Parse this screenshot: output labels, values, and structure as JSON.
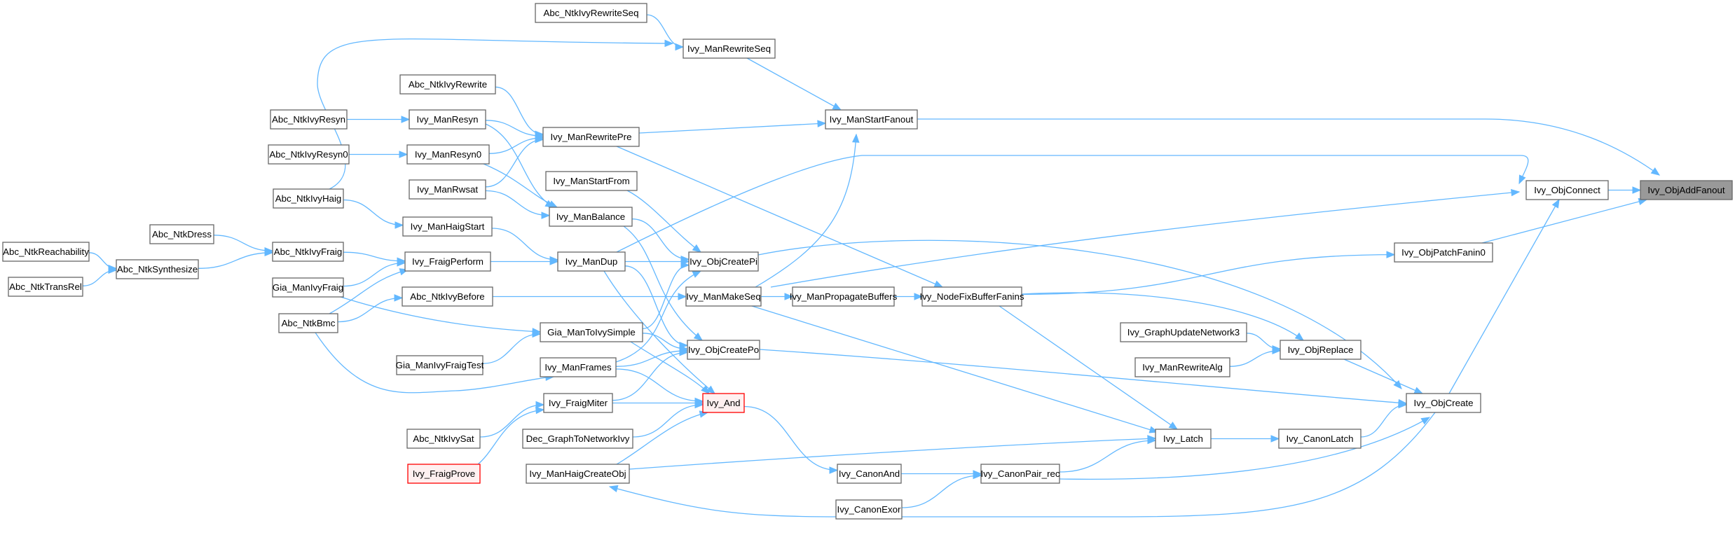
{
  "graph": {
    "type": "call-graph",
    "title": "Ivy_ObjAddFanout caller graph",
    "colors": {
      "edge": "#63b8ff",
      "root_fill": "#999999",
      "truncated_border": "#ff0000",
      "truncated_fill": "#fff0f0",
      "node_border": "#666666"
    },
    "nodes": [
      {
        "id": "Ivy_ObjAddFanout",
        "label": "Ivy_ObjAddFanout",
        "kind": "root"
      },
      {
        "id": "Ivy_ObjConnect",
        "label": "Ivy_ObjConnect",
        "kind": "normal"
      },
      {
        "id": "Ivy_ObjPatchFanin0",
        "label": "Ivy_ObjPatchFanin0",
        "kind": "normal"
      },
      {
        "id": "Ivy_ManStartFanout",
        "label": "Ivy_ManStartFanout",
        "kind": "normal"
      },
      {
        "id": "Ivy_ObjCreate",
        "label": "Ivy_ObjCreate",
        "kind": "normal"
      },
      {
        "id": "Ivy_ManRewriteSeq",
        "label": "Ivy_ManRewriteSeq",
        "kind": "normal"
      },
      {
        "id": "Abc_NtkIvyRewriteSeq",
        "label": "Abc_NtkIvyRewriteSeq",
        "kind": "normal"
      },
      {
        "id": "Ivy_ManRewritePre",
        "label": "Ivy_ManRewritePre",
        "kind": "normal"
      },
      {
        "id": "Abc_NtkIvyRewrite",
        "label": "Abc_NtkIvyRewrite",
        "kind": "normal"
      },
      {
        "id": "Ivy_ManResyn",
        "label": "Ivy_ManResyn",
        "kind": "normal"
      },
      {
        "id": "Abc_NtkIvyResyn",
        "label": "Abc_NtkIvyResyn",
        "kind": "normal"
      },
      {
        "id": "Ivy_ManResyn0",
        "label": "Ivy_ManResyn0",
        "kind": "normal"
      },
      {
        "id": "Abc_NtkIvyResyn0",
        "label": "Abc_NtkIvyResyn0",
        "kind": "normal"
      },
      {
        "id": "Ivy_ManRwsat",
        "label": "Ivy_ManRwsat",
        "kind": "normal"
      },
      {
        "id": "Abc_NtkIvyHaig",
        "label": "Abc_NtkIvyHaig",
        "kind": "normal"
      },
      {
        "id": "Ivy_ManHaigStart",
        "label": "Ivy_ManHaigStart",
        "kind": "normal"
      },
      {
        "id": "Abc_NtkDress",
        "label": "Abc_NtkDress",
        "kind": "normal"
      },
      {
        "id": "Abc_NtkIvyFraig",
        "label": "Abc_NtkIvyFraig",
        "kind": "normal"
      },
      {
        "id": "Abc_NtkReachability",
        "label": "Abc_NtkReachability",
        "kind": "normal"
      },
      {
        "id": "Abc_NtkSynthesize",
        "label": "Abc_NtkSynthesize",
        "kind": "normal"
      },
      {
        "id": "Abc_NtkTransRel",
        "label": "Abc_NtkTransRel",
        "kind": "normal"
      },
      {
        "id": "Ivy_FraigPerform",
        "label": "Ivy_FraigPerform",
        "kind": "normal"
      },
      {
        "id": "Gia_ManIvyFraig",
        "label": "Gia_ManIvyFraig",
        "kind": "normal"
      },
      {
        "id": "Abc_NtkBmc",
        "label": "Abc_NtkBmc",
        "kind": "normal"
      },
      {
        "id": "Abc_NtkIvyBefore",
        "label": "Abc_NtkIvyBefore",
        "kind": "normal"
      },
      {
        "id": "Gia_ManIvyFraigTest",
        "label": "Gia_ManIvyFraigTest",
        "kind": "normal"
      },
      {
        "id": "Ivy_ManStartFrom",
        "label": "Ivy_ManStartFrom",
        "kind": "normal"
      },
      {
        "id": "Ivy_ManBalance",
        "label": "Ivy_ManBalance",
        "kind": "normal"
      },
      {
        "id": "Ivy_ManDup",
        "label": "Ivy_ManDup",
        "kind": "normal"
      },
      {
        "id": "Gia_ManToIvySimple",
        "label": "Gia_ManToIvySimple",
        "kind": "normal"
      },
      {
        "id": "Ivy_ManFrames",
        "label": "Ivy_ManFrames",
        "kind": "normal"
      },
      {
        "id": "Ivy_FraigMiter",
        "label": "Ivy_FraigMiter",
        "kind": "normal"
      },
      {
        "id": "Abc_NtkIvySat",
        "label": "Abc_NtkIvySat",
        "kind": "normal"
      },
      {
        "id": "Ivy_FraigProve",
        "label": "Ivy_FraigProve",
        "kind": "truncated"
      },
      {
        "id": "Dec_GraphToNetworkIvy",
        "label": "Dec_GraphToNetworkIvy",
        "kind": "normal"
      },
      {
        "id": "Ivy_ManHaigCreateObj",
        "label": "Ivy_ManHaigCreateObj",
        "kind": "normal"
      },
      {
        "id": "Ivy_ObjCreatePi",
        "label": "Ivy_ObjCreatePi",
        "kind": "normal"
      },
      {
        "id": "Ivy_ManMakeSeq",
        "label": "Ivy_ManMakeSeq",
        "kind": "normal"
      },
      {
        "id": "Ivy_ObjCreatePo",
        "label": "Ivy_ObjCreatePo",
        "kind": "normal"
      },
      {
        "id": "Ivy_And",
        "label": "Ivy_And",
        "kind": "truncated"
      },
      {
        "id": "Ivy_ManPropagateBuffers",
        "label": "Ivy_ManPropagateBuffers",
        "kind": "normal"
      },
      {
        "id": "Ivy_NodeFixBufferFanins",
        "label": "Ivy_NodeFixBufferFanins",
        "kind": "normal"
      },
      {
        "id": "Ivy_CanonAnd",
        "label": "Ivy_CanonAnd",
        "kind": "normal"
      },
      {
        "id": "Ivy_CanonExor",
        "label": "Ivy_CanonExor",
        "kind": "normal"
      },
      {
        "id": "Ivy_CanonPair_rec",
        "label": "Ivy_CanonPair_rec",
        "kind": "normal"
      },
      {
        "id": "Ivy_Latch",
        "label": "Ivy_Latch",
        "kind": "normal"
      },
      {
        "id": "Ivy_CanonLatch",
        "label": "Ivy_CanonLatch",
        "kind": "normal"
      },
      {
        "id": "Ivy_GraphUpdateNetwork3",
        "label": "Ivy_GraphUpdateNetwork3",
        "kind": "normal"
      },
      {
        "id": "Ivy_ManRewriteAlg",
        "label": "Ivy_ManRewriteAlg",
        "kind": "normal"
      },
      {
        "id": "Ivy_ObjReplace",
        "label": "Ivy_ObjReplace",
        "kind": "normal"
      }
    ],
    "edges": [
      [
        "Ivy_ObjConnect",
        "Ivy_ObjAddFanout"
      ],
      [
        "Ivy_ManStartFanout",
        "Ivy_ObjAddFanout"
      ],
      [
        "Ivy_ObjPatchFanin0",
        "Ivy_ObjAddFanout"
      ],
      [
        "Ivy_ObjCreate",
        "Ivy_ObjConnect"
      ],
      [
        "Ivy_ManDup",
        "Ivy_ObjConnect"
      ],
      [
        "Ivy_ManMakeSeq",
        "Ivy_ObjConnect"
      ],
      [
        "Ivy_NodeFixBufferFanins",
        "Ivy_ObjPatchFanin0"
      ],
      [
        "Ivy_ManRewriteSeq",
        "Ivy_ManStartFanout"
      ],
      [
        "Ivy_ManRewritePre",
        "Ivy_ManStartFanout"
      ],
      [
        "Ivy_ManMakeSeq",
        "Ivy_ManStartFanout"
      ],
      [
        "Abc_NtkIvyRewriteSeq",
        "Ivy_ManRewriteSeq"
      ],
      [
        "Abc_NtkIvyHaig",
        "Ivy_ManRewriteSeq"
      ],
      [
        "Abc_NtkIvyRewrite",
        "Ivy_ManRewritePre"
      ],
      [
        "Ivy_ManResyn",
        "Ivy_ManRewritePre"
      ],
      [
        "Ivy_ManResyn0",
        "Ivy_ManRewritePre"
      ],
      [
        "Ivy_ManRwsat",
        "Ivy_ManRewritePre"
      ],
      [
        "Abc_NtkIvyResyn",
        "Ivy_ManResyn"
      ],
      [
        "Abc_NtkIvyResyn0",
        "Ivy_ManResyn0"
      ],
      [
        "Ivy_ManResyn",
        "Ivy_ManBalance"
      ],
      [
        "Ivy_ManResyn0",
        "Ivy_ManBalance"
      ],
      [
        "Ivy_ManRwsat",
        "Ivy_ManBalance"
      ],
      [
        "Abc_NtkIvyHaig",
        "Ivy_ManHaigStart"
      ],
      [
        "Ivy_ManHaigStart",
        "Ivy_ManDup"
      ],
      [
        "Abc_NtkDress",
        "Abc_NtkIvyFraig"
      ],
      [
        "Abc_NtkSynthesize",
        "Abc_NtkIvyFraig"
      ],
      [
        "Abc_NtkReachability",
        "Abc_NtkSynthesize"
      ],
      [
        "Abc_NtkTransRel",
        "Abc_NtkSynthesize"
      ],
      [
        "Abc_NtkIvyFraig",
        "Ivy_FraigPerform"
      ],
      [
        "Gia_ManIvyFraig",
        "Ivy_FraigPerform"
      ],
      [
        "Abc_NtkBmc",
        "Ivy_FraigPerform"
      ],
      [
        "Ivy_FraigPerform",
        "Ivy_ManDup"
      ],
      [
        "Abc_NtkBmc",
        "Abc_NtkIvyBefore"
      ],
      [
        "Abc_NtkIvyBefore",
        "Ivy_ManMakeSeq"
      ],
      [
        "Gia_ManIvyFraig",
        "Gia_ManToIvySimple"
      ],
      [
        "Gia_ManIvyFraigTest",
        "Gia_ManToIvySimple"
      ],
      [
        "Abc_NtkBmc",
        "Ivy_ManFrames"
      ],
      [
        "Ivy_ManStartFrom",
        "Ivy_ObjCreatePi"
      ],
      [
        "Ivy_ManBalance",
        "Ivy_ObjCreatePi"
      ],
      [
        "Ivy_ManDup",
        "Ivy_ObjCreatePi"
      ],
      [
        "Gia_ManToIvySimple",
        "Ivy_ObjCreatePi"
      ],
      [
        "Ivy_ManFrames",
        "Ivy_ObjCreatePi"
      ],
      [
        "Ivy_ManBalance",
        "Ivy_ObjCreatePo"
      ],
      [
        "Ivy_ManDup",
        "Ivy_ObjCreatePo"
      ],
      [
        "Gia_ManToIvySimple",
        "Ivy_ObjCreatePo"
      ],
      [
        "Ivy_ManFrames",
        "Ivy_ObjCreatePo"
      ],
      [
        "Ivy_FraigMiter",
        "Ivy_ObjCreatePo"
      ],
      [
        "Ivy_ManDup",
        "Ivy_And"
      ],
      [
        "Gia_ManToIvySimple",
        "Ivy_And"
      ],
      [
        "Ivy_ManFrames",
        "Ivy_And"
      ],
      [
        "Ivy_FraigMiter",
        "Ivy_And"
      ],
      [
        "Dec_GraphToNetworkIvy",
        "Ivy_And"
      ],
      [
        "Ivy_ManHaigCreateObj",
        "Ivy_And"
      ],
      [
        "Abc_NtkIvySat",
        "Ivy_FraigMiter"
      ],
      [
        "Ivy_FraigProve",
        "Ivy_FraigMiter"
      ],
      [
        "Ivy_ManMakeSeq",
        "Ivy_ManPropagateBuffers"
      ],
      [
        "Ivy_ManPropagateBuffers",
        "Ivy_NodeFixBufferFanins"
      ],
      [
        "Ivy_ManRewritePre",
        "Ivy_NodeFixBufferFanins"
      ],
      [
        "Ivy_ManMakeSeq",
        "Ivy_Latch"
      ],
      [
        "Ivy_NodeFixBufferFanins",
        "Ivy_Latch"
      ],
      [
        "Ivy_ManHaigCreateObj",
        "Ivy_Latch"
      ],
      [
        "Ivy_CanonPair_rec",
        "Ivy_Latch"
      ],
      [
        "Ivy_And",
        "Ivy_CanonAnd"
      ],
      [
        "Ivy_CanonAnd",
        "Ivy_CanonPair_rec"
      ],
      [
        "Ivy_CanonExor",
        "Ivy_CanonPair_rec"
      ],
      [
        "Ivy_Latch",
        "Ivy_CanonLatch"
      ],
      [
        "Ivy_CanonLatch",
        "Ivy_ObjCreate"
      ],
      [
        "Ivy_CanonPair_rec",
        "Ivy_ObjCreate"
      ],
      [
        "Ivy_ObjCreatePi",
        "Ivy_ObjCreate"
      ],
      [
        "Ivy_ObjCreatePo",
        "Ivy_ObjCreate"
      ],
      [
        "Ivy_ObjReplace",
        "Ivy_ObjCreate"
      ],
      [
        "Ivy_ObjCreate",
        "Ivy_ManHaigCreateObj"
      ],
      [
        "Ivy_GraphUpdateNetwork3",
        "Ivy_ObjReplace"
      ],
      [
        "Ivy_ManRewriteAlg",
        "Ivy_ObjReplace"
      ],
      [
        "Ivy_NodeFixBufferFanins",
        "Ivy_ObjReplace"
      ]
    ]
  }
}
